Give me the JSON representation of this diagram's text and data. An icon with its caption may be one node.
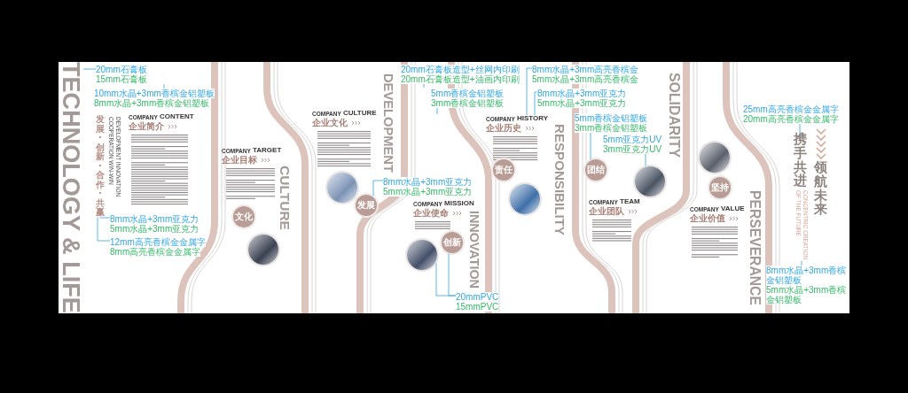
{
  "diagram": {
    "nodes": [
      {
        "text": [
          "文化"
        ]
      },
      {
        "text": [
          "发展"
        ]
      },
      {
        "text": [
          "创新"
        ]
      },
      {
        "text": [
          "责任"
        ]
      },
      {
        "text": [
          "团结"
        ]
      },
      {
        "text": [
          "坚持"
        ]
      },
      {
        "text": [],
        "shape": "picture"
      },
      {
        "text": [],
        "shape": "picture"
      },
      {
        "text": [],
        "shape": "picture"
      },
      {
        "text": [],
        "shape": "picture"
      },
      {
        "text": [],
        "shape": "picture"
      },
      {
        "text": [],
        "shape": "picture"
      },
      {
        "text": [
          "20mm石膏板",
          "15mm石膏板"
        ]
      },
      {
        "text": [
          "10mm水晶+3mm香槟金铝塑板",
          "8mm水晶+3mm香槟金铝塑板"
        ]
      },
      {
        "text": [
          "8mm水晶+3mm亚克力",
          "5mm水晶+3mm亚克力"
        ]
      },
      {
        "text": [
          "12mm高亮香槟金金属字",
          "8mm高亮香槟金金属字"
        ]
      },
      {
        "text": [
          "8mm水晶+3mm亚克力",
          "5mm水晶+3mm亚克力"
        ]
      },
      {
        "text": [
          "20mm石膏板造型+丝网内印刷",
          "20mm石膏板造型+油画内印刷"
        ]
      },
      {
        "text": [
          "5mm香槟金铝塑板",
          "3mm香槟金铝塑板"
        ]
      },
      {
        "text": [
          "8mm水晶+3mm亚克力",
          "5mm水晶+3mm亚克力"
        ]
      },
      {
        "text": [
          "8mm水晶+3mm高亮香槟金",
          "5mm水晶+3mm高亮香槟金"
        ]
      },
      {
        "text": [
          "20mmPVC",
          "15mmPVC"
        ]
      },
      {
        "text": [
          "5mm香槟金铝塑板",
          "3mm香槟金铝塑板"
        ]
      },
      {
        "text": [
          "5mm亚克力UV",
          "3mm亚克力UV"
        ]
      },
      {
        "text": [
          "25mm高亮香槟金金属字",
          "20mm高亮香槟金金属字"
        ]
      },
      {
        "text": [
          "8mm水晶+3mm香槟金铝塑板",
          "5mm水晶+3mm香槟金铝塑板"
        ]
      },
      {
        "text": [
          "发展·创新·合作·共赢"
        ]
      },
      {
        "text": [
          "携手共进"
        ]
      },
      {
        "text": [
          "CONCENTRIC CREATION OF THE FUTURE"
        ]
      },
      {
        "text": [
          "TECHNOLOGY & LIFE"
        ]
      },
      {
        "text": [
          "HISTORY"
        ]
      }
    ],
    "edges": [
      {
        "from": 12,
        "to": 29,
        "arrow": "none"
      },
      {
        "from": 13,
        "to": null,
        "arrow": "none"
      },
      {
        "from": 14,
        "to": 26,
        "arrow": "none"
      },
      {
        "from": 15,
        "to": 26,
        "arrow": "none"
      },
      {
        "from": 16,
        "to": 1,
        "arrow": "none"
      },
      {
        "from": 17,
        "to": null,
        "arrow": "none"
      },
      {
        "from": 18,
        "to": null,
        "arrow": "none"
      },
      {
        "from": 19,
        "to": 30,
        "arrow": "none"
      },
      {
        "from": 20,
        "to": 30,
        "arrow": "none"
      },
      {
        "from": 21,
        "to": 8,
        "arrow": "none"
      },
      {
        "from": 21,
        "to": 2,
        "arrow": "none"
      },
      {
        "from": 22,
        "to": 4,
        "arrow": "none"
      },
      {
        "from": 23,
        "to": 10,
        "arrow": "none"
      },
      {
        "from": 24,
        "to": 27,
        "arrow": "none"
      },
      {
        "from": 25,
        "to": 28,
        "arrow": "none"
      }
    ],
    "labels": [
      "DEVELOPMENT INNOVATION COOPERATION WIN-WIN",
      "COMPANY",
      "CONTENT",
      "企业简介",
      "COMPANY",
      "TARGET",
      "企业目标",
      "CULTURE",
      "COMPANY",
      "CULTURE",
      "企业文化",
      "DEVELOPMENT",
      "COMPANY",
      "MISSION",
      "企业使命",
      "INNOVATION",
      "COMPANY",
      "企业历史",
      "RESPONSIBILITY",
      "COMPANY",
      "TEAM",
      "企业团队",
      "SOLIDARITY",
      "COMPANY",
      "VALUE",
      "企业价值",
      "PERSEVERANCE",
      "领航未来"
    ]
  }
}
